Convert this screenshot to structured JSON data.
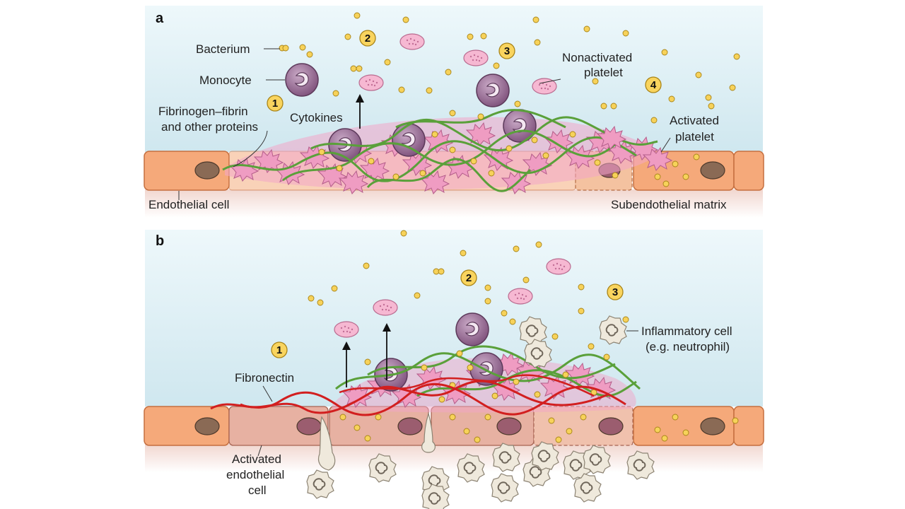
{
  "panels": [
    {
      "letter": "a",
      "labels": {
        "bacterium": "Bacterium",
        "monocyte": "Monocyte",
        "fibrinogen_line1": "Fibrinogen–fibrin",
        "fibrinogen_line2": "and other proteins",
        "cytokines": "Cytokines",
        "nonactivated_line1": "Nonactivated",
        "nonactivated_line2": "platelet",
        "activated_line1": "Activated",
        "activated_line2": "platelet",
        "endothelial": "Endothelial cell",
        "subendothelial": "Subendothelial matrix"
      },
      "steps": [
        "1",
        "2",
        "3",
        "4"
      ]
    },
    {
      "letter": "b",
      "labels": {
        "inflammatory_line1": "Inflammatory cell",
        "inflammatory_line2": "(e.g. neutrophil)",
        "fibronectin": "Fibronectin",
        "activated_endo_line1": "Activated",
        "activated_endo_line2": "endothelial",
        "activated_endo_line3": "cell"
      },
      "steps": [
        "1",
        "2",
        "3"
      ]
    }
  ],
  "colors": {
    "plasma_top": "#d4ebf2",
    "plasma_bottom": "#eef7f9",
    "endothelial": "#f5a97a",
    "nucleus": "#8a6a55",
    "platelet": "#f3a6c8",
    "bacterium": "#f2c94c",
    "monocyte": "#8a5a86",
    "fibrin": "#5aa03a",
    "fibronectin": "#d21f1f",
    "neutrophil": "#e9e2d3",
    "badge": "#f9d45e"
  }
}
